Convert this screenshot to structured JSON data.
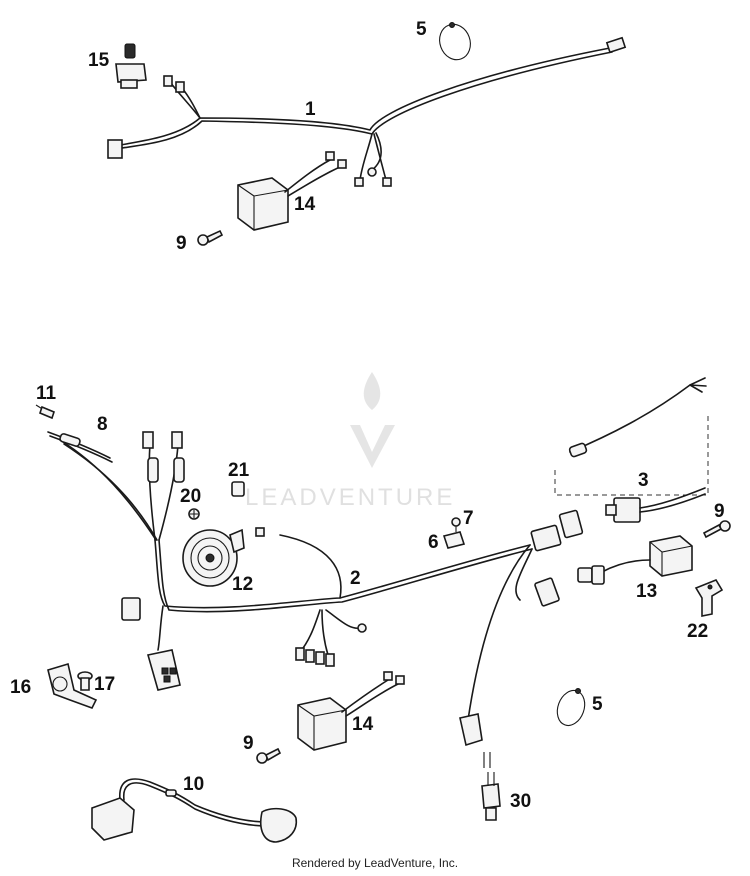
{
  "watermark": {
    "text": "LEADVENTURE"
  },
  "footer": {
    "text": "Rendered by LeadVenture, Inc."
  },
  "callouts": {
    "c1": "1",
    "c5a": "5",
    "c15": "15",
    "c14a": "14",
    "c9a": "9",
    "c11": "11",
    "c8": "8",
    "c21": "21",
    "c20": "20",
    "c3": "3",
    "c9b": "9",
    "c7": "7",
    "c6": "6",
    "c12": "12",
    "c2": "2",
    "c13": "13",
    "c22": "22",
    "c16": "16",
    "c17": "17",
    "c5b": "5",
    "c14b": "14",
    "c9c": "9",
    "c10": "10",
    "c30": "30"
  }
}
